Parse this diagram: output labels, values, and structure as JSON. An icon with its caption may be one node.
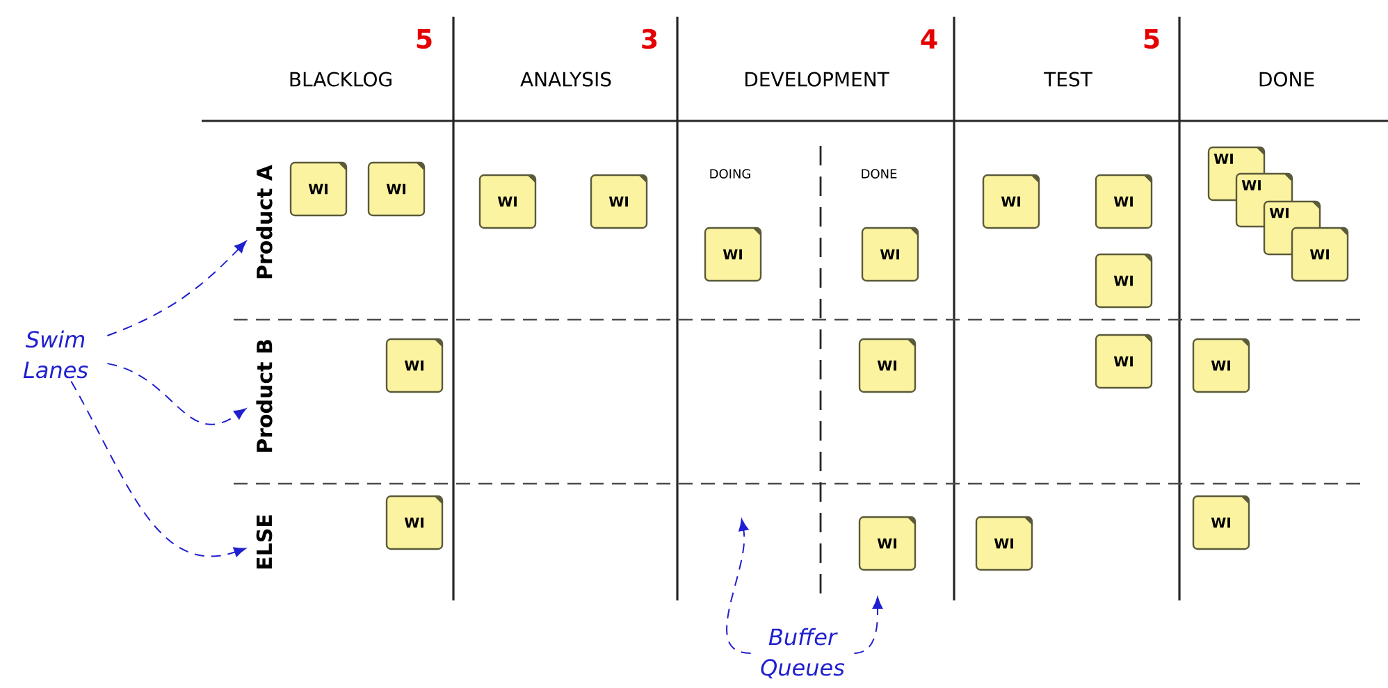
{
  "diagram": {
    "nodes": [
      {
        "text": [
          "Product A"
        ]
      },
      {
        "text": [
          "WI"
        ]
      },
      {
        "text": [
          "WI"
        ]
      },
      {
        "text": [
          "WI"
        ]
      },
      {
        "text": [
          "WI"
        ]
      },
      {
        "text": [
          "WI"
        ]
      },
      {
        "text": [
          "WI"
        ]
      },
      {
        "text": [
          "WI"
        ]
      },
      {
        "text": [
          "WI"
        ]
      },
      {
        "text": [
          "WI"
        ]
      },
      {
        "text": [
          "WI"
        ]
      },
      {
        "text": [
          "WI"
        ]
      },
      {
        "text": [
          "WI"
        ]
      },
      {
        "text": [
          "WI"
        ]
      },
      {
        "text": [
          "Swim Lanes"
        ]
      },
      {
        "text": [
          "Product B"
        ]
      },
      {
        "text": [
          "WI"
        ]
      },
      {
        "text": [
          "WI"
        ]
      },
      {
        "text": [
          "WI"
        ]
      },
      {
        "text": [
          "WI"
        ]
      },
      {
        "text": [
          "ELSE"
        ]
      },
      {
        "text": [
          "WI"
        ]
      },
      {
        "text": [
          "WI"
        ]
      },
      {
        "text": [
          "WI"
        ]
      },
      {
        "text": [
          "WI"
        ]
      },
      {
        "text": [
          "Buffer Queues"
        ]
      }
    ],
    "edges": [
      {
        "from": 14,
        "to": 0,
        "arrow": "to",
        "style": "dashed"
      },
      {
        "from": 14,
        "to": 15,
        "arrow": "to",
        "style": "dashed"
      },
      {
        "from": 14,
        "to": 20,
        "arrow": "to",
        "style": "dashed"
      },
      {
        "from": 25,
        "to": null,
        "arrow": "to",
        "style": "dashed"
      },
      {
        "from": 25,
        "to": null,
        "arrow": "to",
        "style": "dashed"
      }
    ],
    "labels": [
      "5",
      "BLACKLOG",
      "3",
      "ANALYSIS",
      "4",
      "DEVELOPMENT",
      "5",
      "TEST",
      "DONE",
      "DOING",
      "DONE"
    ]
  }
}
